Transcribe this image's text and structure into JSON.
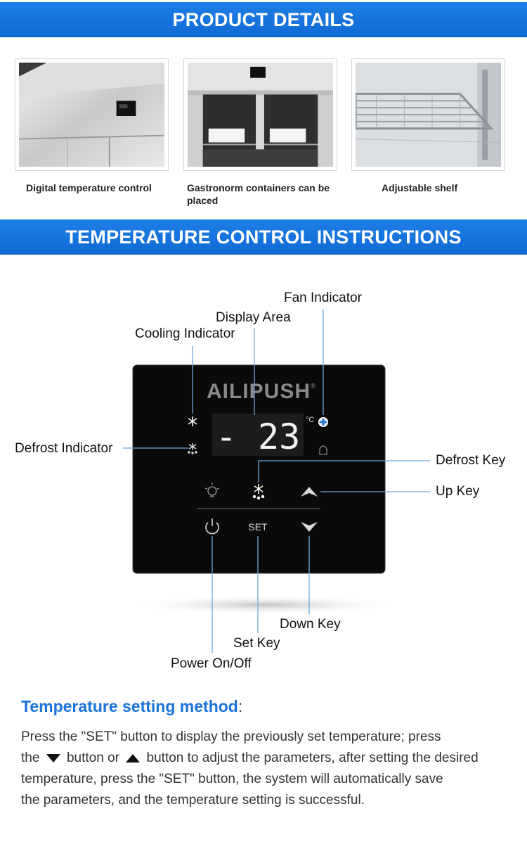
{
  "banners": {
    "product_details": "PRODUCT DETAILS",
    "temperature_control": "TEMPERATURE CONTROL INSTRUCTIONS"
  },
  "products": [
    {
      "caption": "Digital temperature control"
    },
    {
      "caption": "Gastronorm containers can be placed"
    },
    {
      "caption": "Adjustable shelf"
    }
  ],
  "panel": {
    "brand": "AILIPUSH",
    "registered": "®",
    "display_value": "- 23",
    "unit": "°C",
    "set_key_label": "SET"
  },
  "callouts": {
    "fan_indicator": "Fan Indicator",
    "display_area": "Display Area",
    "cooling_indicator": "Cooling Indicator",
    "defrost_indicator": "Defrost Indicator",
    "defrost_key": "Defrost Key",
    "up_key": "Up Key",
    "down_key": "Down Key",
    "set_key": "Set Key",
    "power": "Power On/Off"
  },
  "method": {
    "title": "Temperature setting method",
    "colon": ":",
    "p1": "Press the \"SET\" button to display the previously set temperature; press",
    "p2a": "the",
    "p2b": "button or",
    "p2c": "button to adjust the parameters, after setting the desired",
    "p3": "temperature, press the \"SET\" button, the system will automatically save",
    "p4": "the parameters, and the temperature setting is successful."
  },
  "colors": {
    "banner_blue": "#1a73d8",
    "callout_line": "#6fa8dc",
    "panel_black": "#0a0a0a"
  }
}
